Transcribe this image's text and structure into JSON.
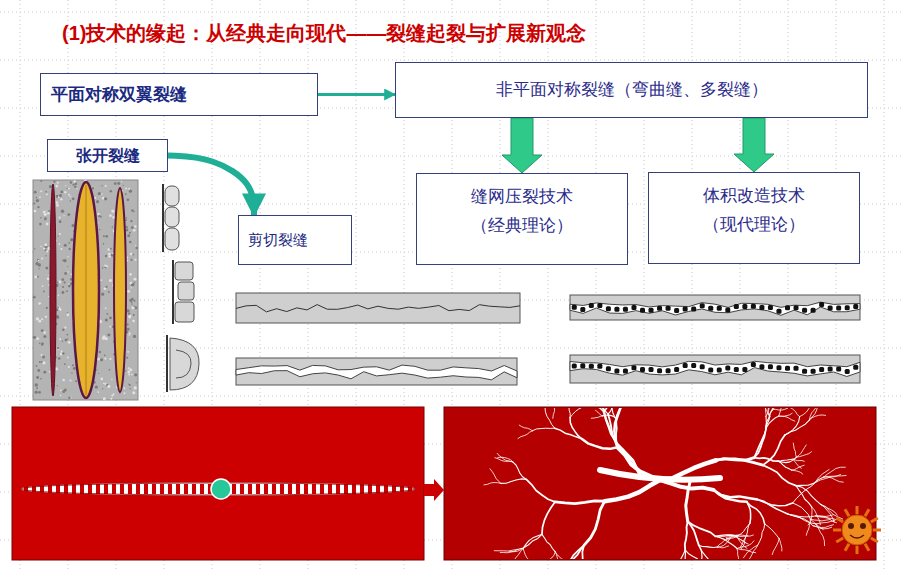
{
  "diagram": {
    "title": "(1)技术的缘起：从经典走向现代——裂缝起裂与扩展新观念",
    "nodes": [
      {
        "text": [
          "平面对称双翼裂缝"
        ]
      },
      {
        "text": [
          "非平面对称裂缝（弯曲缝、多裂缝）"
        ]
      },
      {
        "text": [
          "张开裂缝"
        ]
      },
      {
        "text": [
          "剪切裂缝"
        ]
      },
      {
        "text": [
          "缝网压裂技术",
          "（经典理论）"
        ]
      },
      {
        "text": [
          "体积改造技术",
          "（现代理论）"
        ]
      }
    ],
    "edges": [
      {
        "from": 0,
        "to": 1,
        "arrow": "to"
      },
      {
        "from": 1,
        "to": 4,
        "arrow": "to"
      },
      {
        "from": 1,
        "to": 5,
        "arrow": "to"
      },
      {
        "from": 2,
        "to": 3,
        "arrow": "to"
      }
    ]
  }
}
